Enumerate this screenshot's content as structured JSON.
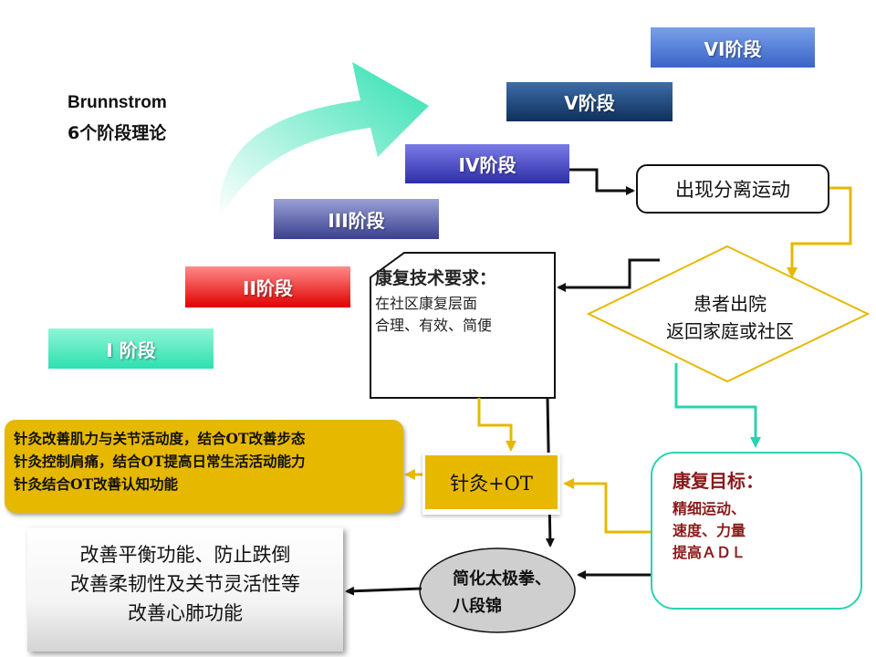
{
  "title": {
    "line1": "Brunnstrom",
    "line2": "6个阶段理论"
  },
  "stages": [
    {
      "label": "VI阶段"
    },
    {
      "label": "V阶段"
    },
    {
      "label": "IV阶段"
    },
    {
      "label": "III阶段"
    },
    {
      "label": "II阶段"
    },
    {
      "label": "I 阶段"
    }
  ],
  "separation": "出现分离运动",
  "requirement": {
    "title": "康复技术要求：",
    "line1": "在社区康复层面",
    "line2": "合理、有效、简便"
  },
  "discharge": {
    "line1": "患者出院",
    "line2": "返回家庭或社区"
  },
  "goal": {
    "title": "康复目标：",
    "lines": [
      "精细运动、",
      "速度、力量",
      "提高ＡＤＬ"
    ]
  },
  "acupuncture": "针灸+OT",
  "effects": [
    "针灸改善肌力与关节活动度，结合OT改善步态",
    "针灸控制肩痛，结合OT提高日常生活活动能力",
    "针灸结合OT改善认知功能"
  ],
  "taichi": {
    "line1": "简化太极拳、",
    "line2": "八段锦"
  },
  "results": [
    "改善平衡功能、防止跌倒",
    "改善柔韧性及关节灵活性等",
    "改善心肺功能"
  ],
  "colors": {
    "gold": "#e6b800",
    "teal": "#2ad3b0",
    "goal_text": "#8b1a1a"
  }
}
